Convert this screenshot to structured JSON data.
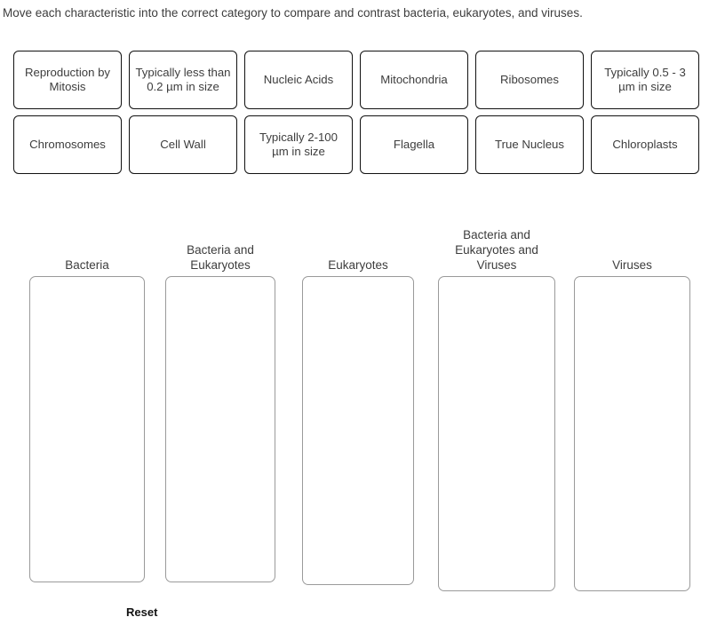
{
  "instruction": "Move each characteristic into the correct category to compare and contrast bacteria, eukaryotes, and viruses.",
  "cards": {
    "row1": [
      {
        "label": "Reproduction by Mitosis"
      },
      {
        "label": "Typically less than 0.2 µm in size"
      },
      {
        "label": "Nucleic Acids"
      },
      {
        "label": "Mitochondria"
      },
      {
        "label": "Ribosomes"
      },
      {
        "label": "Typically 0.5 - 3 µm in size"
      }
    ],
    "row2": [
      {
        "label": "Chromosomes"
      },
      {
        "label": "Cell Wall"
      },
      {
        "label": "Typically 2-100 µm in size"
      },
      {
        "label": "Flagella"
      },
      {
        "label": "True Nucleus"
      },
      {
        "label": "Chloroplasts"
      }
    ]
  },
  "categories": [
    {
      "label": "Bacteria",
      "contents": ""
    },
    {
      "label": "Bacteria and Eukaryotes",
      "contents": ""
    },
    {
      "label": "Eukaryotes",
      "contents": ""
    },
    {
      "label": "Bacteria and Eukaryotes and Viruses",
      "contents": ""
    },
    {
      "label": "Viruses",
      "contents": ""
    }
  ],
  "reset_label": "Reset",
  "colors": {
    "card_border": "#111111",
    "zone_border": "#9a9a9a",
    "text": "#3d3d3d",
    "background": "#ffffff"
  }
}
